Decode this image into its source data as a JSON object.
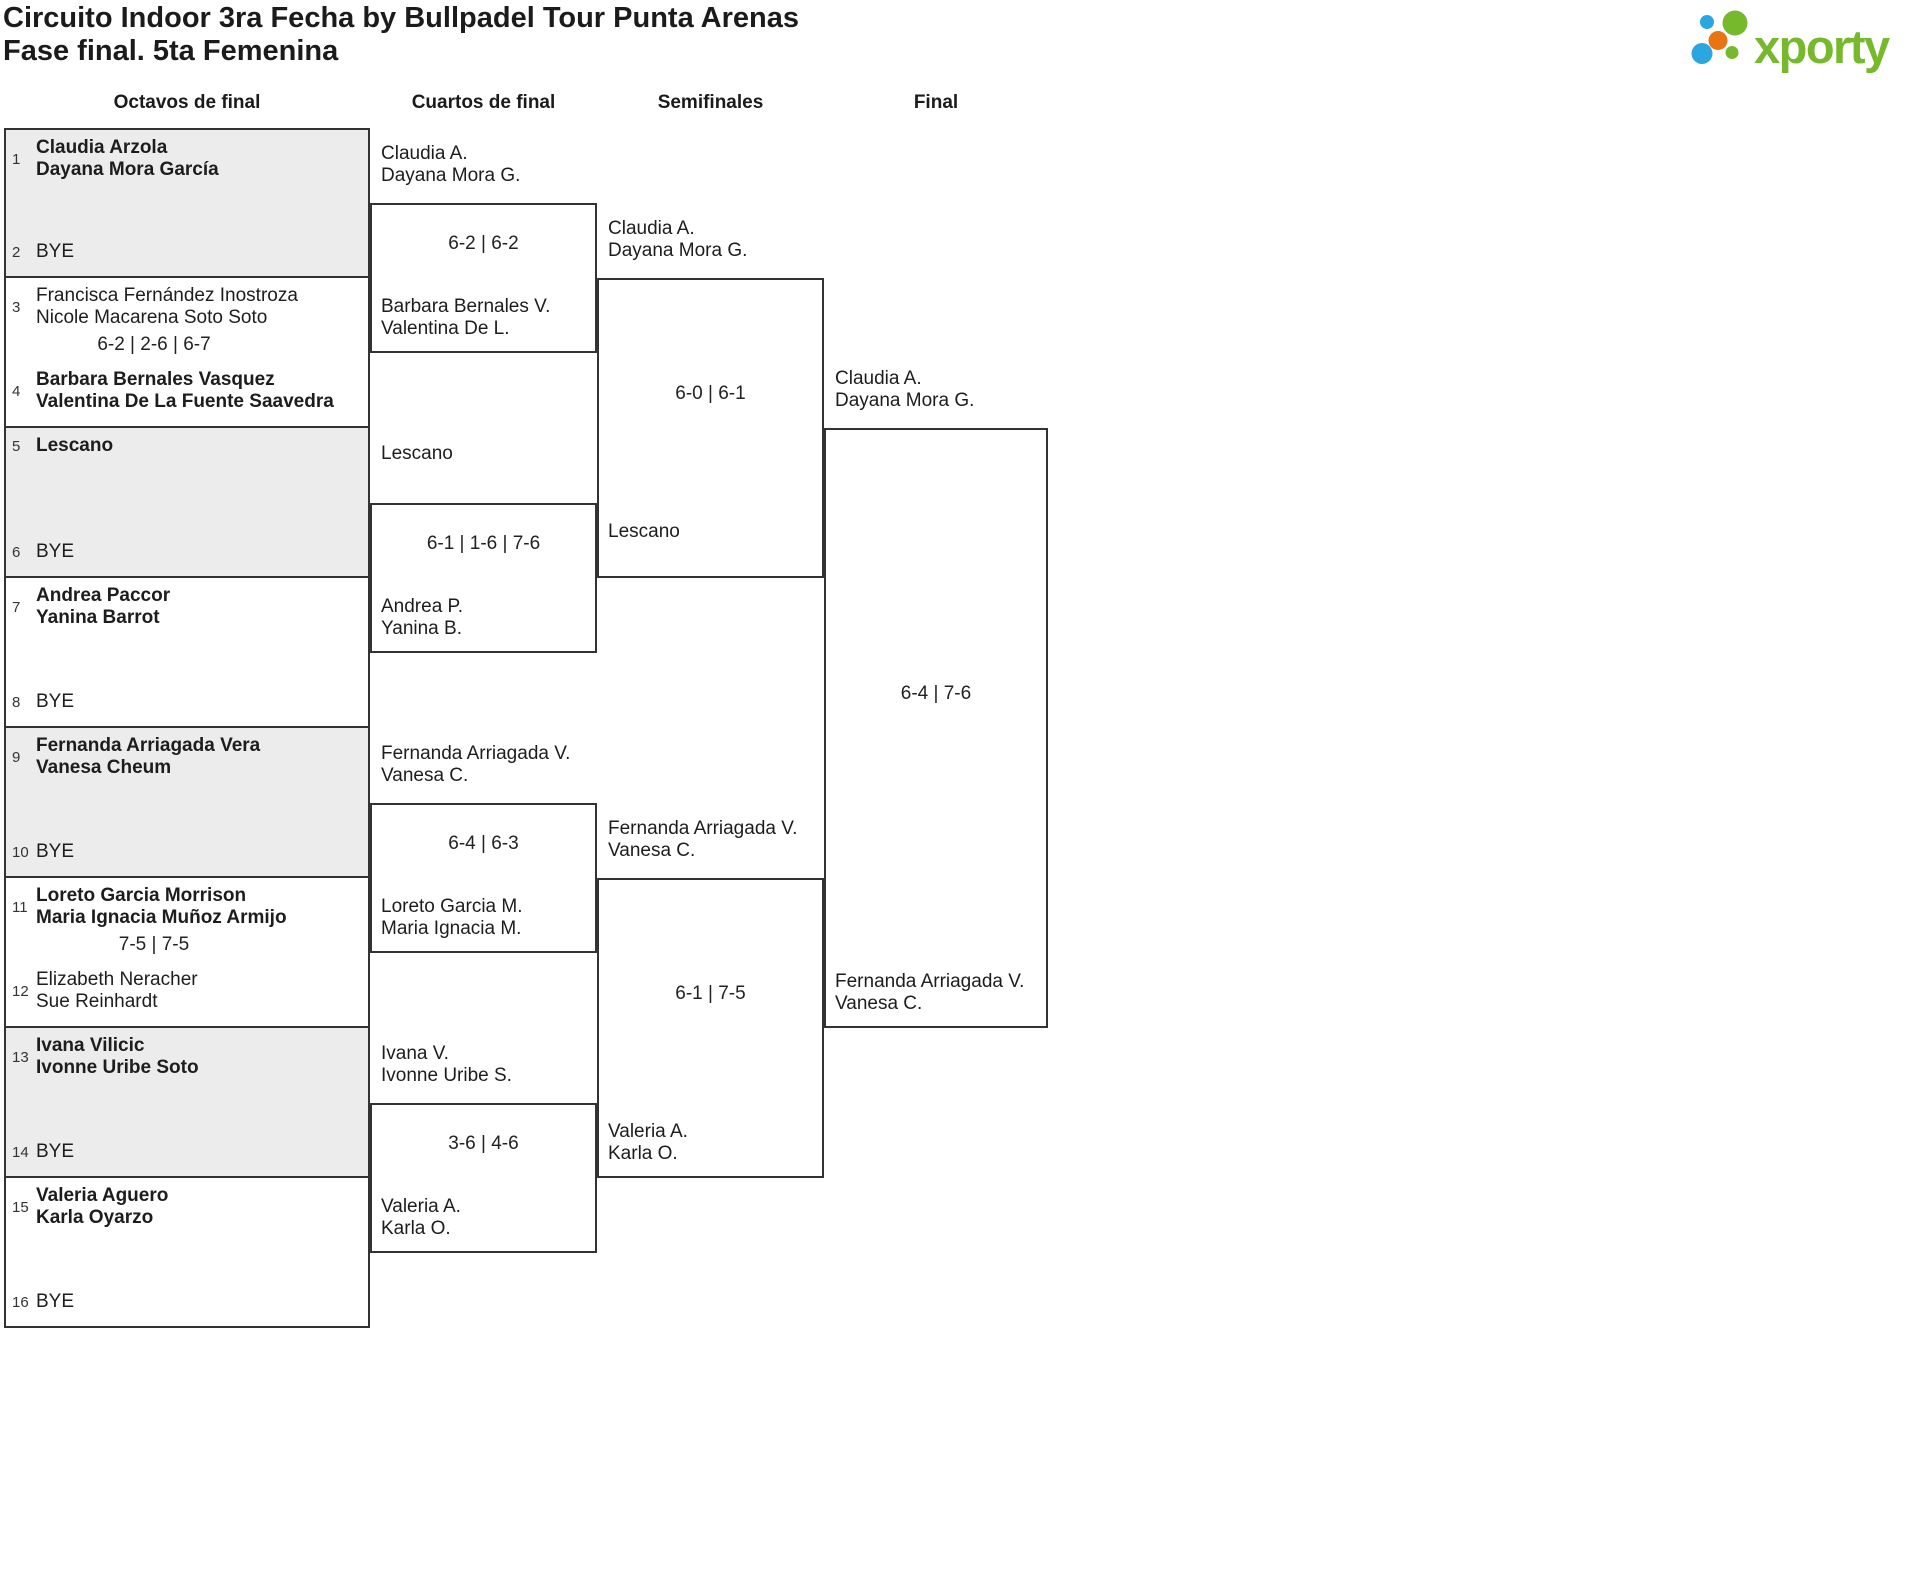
{
  "header": {
    "title": "Circuito Indoor 3ra Fecha by Bullpadel Tour Punta Arenas",
    "subtitle": "Fase final. 5ta Femenina"
  },
  "logo": {
    "text": "xporty",
    "green": "#77b92c",
    "blue": "#2ba7df",
    "orange": "#e87511"
  },
  "rounds": [
    "Octavos de final",
    "Cuartos de final",
    "Semifinales",
    "Final"
  ],
  "octavos": [
    {
      "seed_top": "1",
      "top": [
        "Claudia Arzola",
        "Dayana Mora García"
      ],
      "top_winner": true,
      "seed_bottom": "2",
      "bottom": [
        "BYE"
      ],
      "bottom_winner": false,
      "score": ""
    },
    {
      "seed_top": "3",
      "top": [
        "Francisca Fernández Inostroza",
        "Nicole Macarena Soto Soto"
      ],
      "top_winner": false,
      "seed_bottom": "4",
      "bottom": [
        "Barbara Bernales Vasquez",
        "Valentina De La Fuente Saavedra"
      ],
      "bottom_winner": true,
      "score": "6-2 | 2-6 | 6-7"
    },
    {
      "seed_top": "5",
      "top": [
        "Lescano"
      ],
      "top_winner": true,
      "seed_bottom": "6",
      "bottom": [
        "BYE"
      ],
      "bottom_winner": false,
      "score": ""
    },
    {
      "seed_top": "7",
      "top": [
        "Andrea Paccor",
        "Yanina Barrot"
      ],
      "top_winner": true,
      "seed_bottom": "8",
      "bottom": [
        "BYE"
      ],
      "bottom_winner": false,
      "score": ""
    },
    {
      "seed_top": "9",
      "top": [
        "Fernanda Arriagada Vera",
        "Vanesa Cheum"
      ],
      "top_winner": true,
      "seed_bottom": "10",
      "bottom": [
        "BYE"
      ],
      "bottom_winner": false,
      "score": ""
    },
    {
      "seed_top": "11",
      "top": [
        "Loreto Garcia Morrison",
        "Maria Ignacia Muñoz Armijo"
      ],
      "top_winner": true,
      "seed_bottom": "12",
      "bottom": [
        "Elizabeth Neracher",
        "Sue Reinhardt"
      ],
      "bottom_winner": false,
      "score": "7-5 | 7-5"
    },
    {
      "seed_top": "13",
      "top": [
        "Ivana Vilicic",
        "Ivonne Uribe Soto"
      ],
      "top_winner": true,
      "seed_bottom": "14",
      "bottom": [
        "BYE"
      ],
      "bottom_winner": false,
      "score": ""
    },
    {
      "seed_top": "15",
      "top": [
        "Valeria Aguero",
        "Karla Oyarzo"
      ],
      "top_winner": true,
      "seed_bottom": "16",
      "bottom": [
        "BYE"
      ],
      "bottom_winner": false,
      "score": ""
    }
  ],
  "cuartos": [
    {
      "top": [
        "Claudia A.",
        "Dayana Mora G."
      ],
      "top_winner": true,
      "bottom": [
        "Barbara Bernales V.",
        "Valentina De L."
      ],
      "bottom_winner": false,
      "score": "6-2 | 6-2"
    },
    {
      "top": [
        "Lescano"
      ],
      "top_winner": true,
      "bottom": [
        "Andrea P.",
        "Yanina B."
      ],
      "bottom_winner": false,
      "score": "6-1 | 1-6 | 7-6"
    },
    {
      "top": [
        "Fernanda Arriagada V.",
        "Vanesa C."
      ],
      "top_winner": true,
      "bottom": [
        "Loreto Garcia M.",
        "Maria Ignacia M."
      ],
      "bottom_winner": false,
      "score": "6-4 | 6-3"
    },
    {
      "top": [
        "Ivana V.",
        "Ivonne Uribe S."
      ],
      "top_winner": false,
      "bottom": [
        "Valeria A.",
        "Karla O."
      ],
      "bottom_winner": true,
      "score": "3-6 | 4-6"
    }
  ],
  "semifinales": [
    {
      "top": [
        "Claudia A.",
        "Dayana Mora G."
      ],
      "top_winner": true,
      "bottom": [
        "Lescano"
      ],
      "bottom_winner": false,
      "score": "6-0 | 6-1"
    },
    {
      "top": [
        "Fernanda Arriagada V.",
        "Vanesa C."
      ],
      "top_winner": true,
      "bottom": [
        "Valeria A.",
        "Karla O."
      ],
      "bottom_winner": false,
      "score": "6-1 | 7-5"
    }
  ],
  "final": {
    "top": [
      "Claudia A.",
      "Dayana Mora G."
    ],
    "top_winner": true,
    "bottom": [
      "Fernanda Arriagada V.",
      "Vanesa C."
    ],
    "bottom_winner": false,
    "score": "6-4 | 7-6"
  }
}
